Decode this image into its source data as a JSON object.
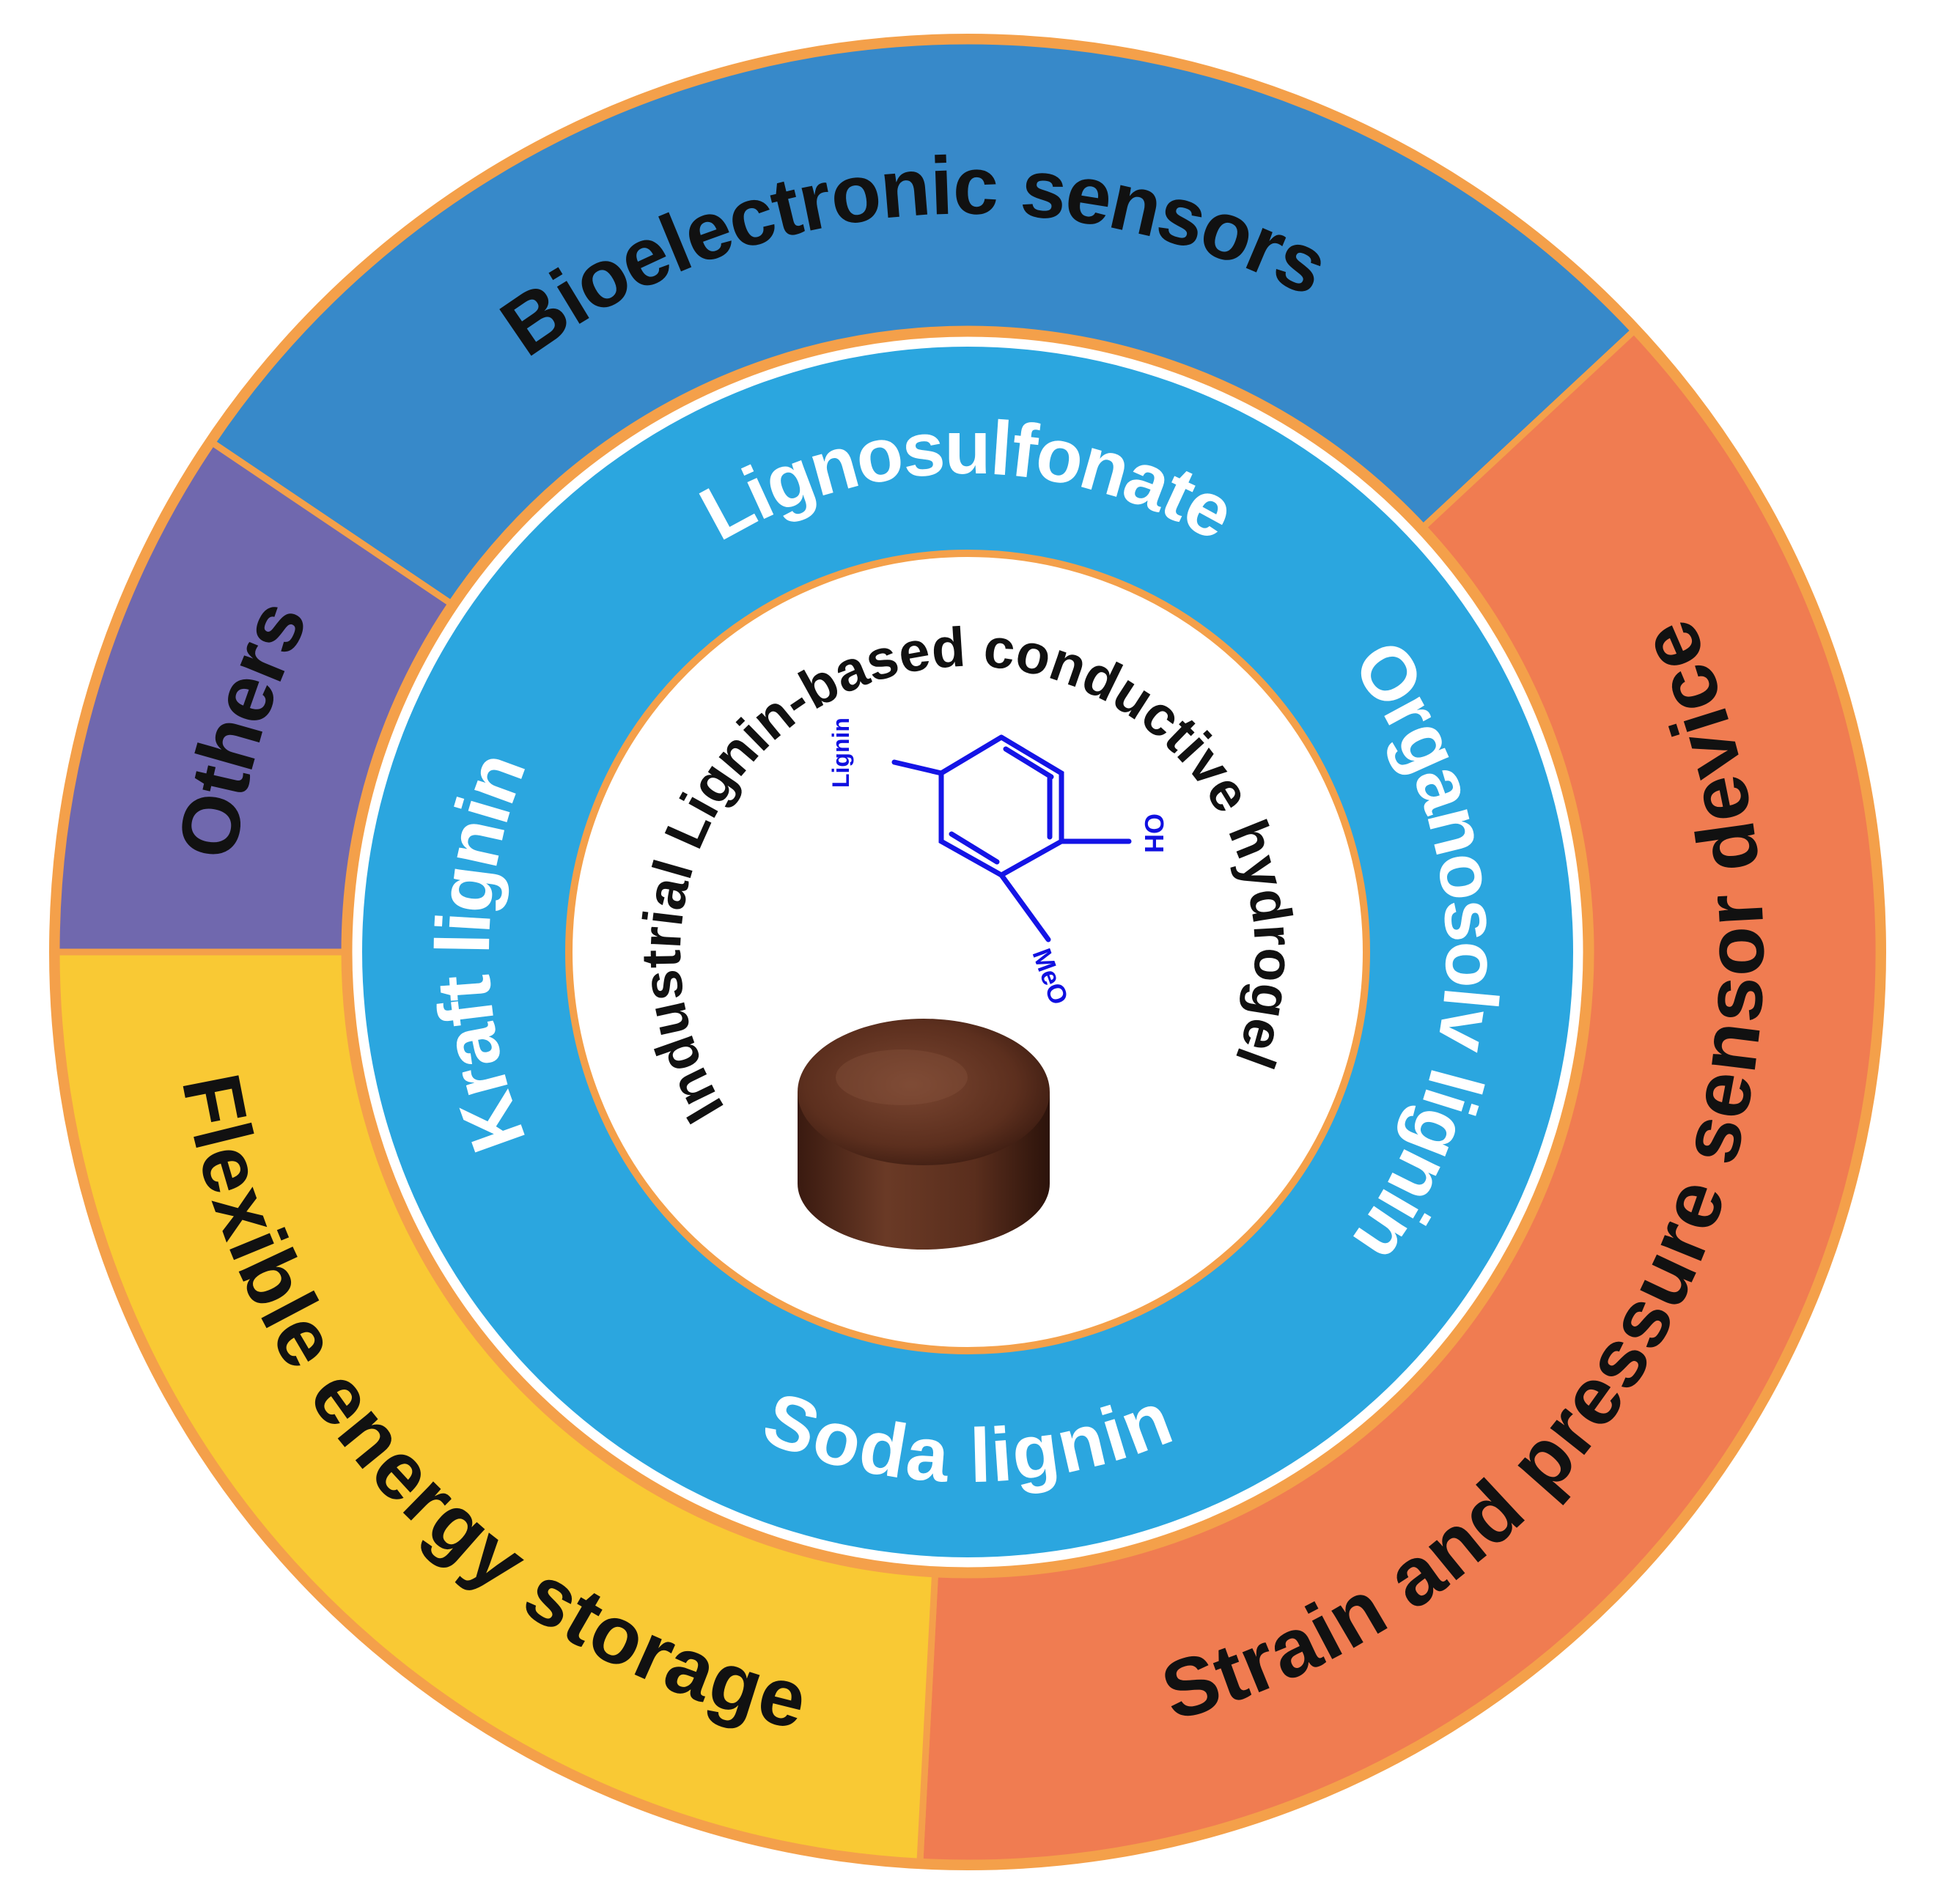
{
  "outer_ring": [
    {
      "label": "Bioelectronic sensors",
      "color": "#3789C9",
      "start": 304,
      "end": 47,
      "flip": false
    },
    {
      "label": "Strain and pressure sensor device",
      "color": "#F07C51",
      "start": 47,
      "end": 183,
      "flip": true
    },
    {
      "label": "Flexible energy storage",
      "color": "#F9C934",
      "start": 183,
      "end": 270,
      "flip": true
    },
    {
      "label": "Others",
      "color": "#7068AE",
      "start": 270,
      "end": 304,
      "flip": false
    }
  ],
  "middle_ring": {
    "color": "#2BA6DF",
    "labels": [
      {
        "label": "Lignosulfonate",
        "angle": 0,
        "flip": false
      },
      {
        "label": "Organosolv lignin",
        "angle": 90,
        "flip": false
      },
      {
        "label": "Soda lignin",
        "angle": 180,
        "flip": true
      },
      {
        "label": "Kraft lignin",
        "angle": 270,
        "flip": false
      }
    ]
  },
  "center": {
    "title": "Industrial Lignin-based conductive hydrogel",
    "molecule": {
      "substituent": "Lignin",
      "hydroxyl": "OH",
      "methoxy": "MeO"
    }
  },
  "border_color": "#F4A04A"
}
